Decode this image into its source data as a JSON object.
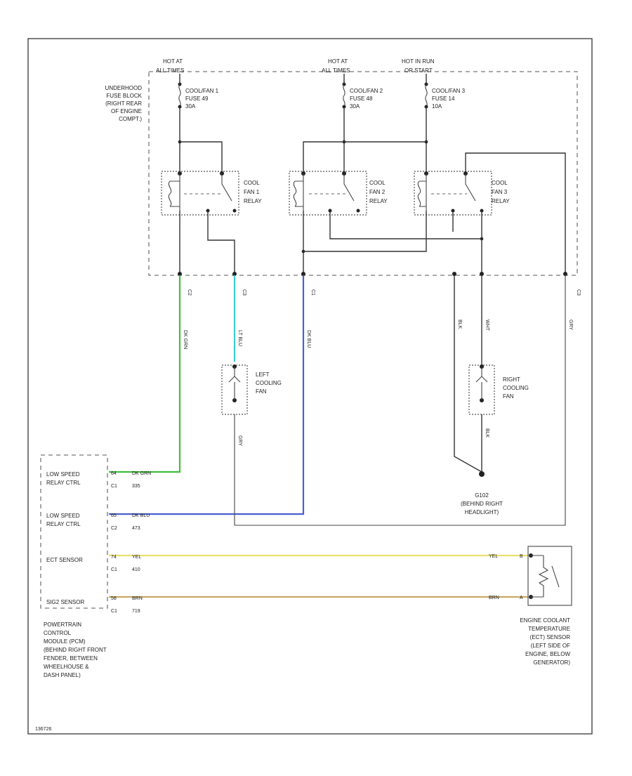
{
  "fuse_block": {
    "label": [
      "UNDERHOOD",
      "FUSE BLOCK",
      "(RIGHT REAR",
      "OF ENGINE",
      "COMPT.)"
    ]
  },
  "feeds": [
    {
      "line1": "HOT AT",
      "line2": "ALL TIMES"
    },
    {
      "line1": "HOT AT",
      "line2": "ALL TIMES"
    },
    {
      "line1": "HOT IN RUN",
      "line2": "OR START"
    }
  ],
  "fuses": [
    {
      "name": "COOL/FAN 1",
      "fuse": "FUSE 49",
      "amps": "30A"
    },
    {
      "name": "COOL/FAN 2",
      "fuse": "FUSE 48",
      "amps": "30A"
    },
    {
      "name": "COOL/FAN 3",
      "fuse": "FUSE 14",
      "amps": "10A"
    }
  ],
  "relays": [
    {
      "l1": "COOL",
      "l2": "FAN 1",
      "l3": "RELAY"
    },
    {
      "l1": "COOL",
      "l2": "FAN 2",
      "l3": "RELAY"
    },
    {
      "l1": "COOL",
      "l2": "FAN 3",
      "l3": "RELAY"
    }
  ],
  "connectors": {
    "c1": "C1",
    "c2": "C2",
    "c3": "C3"
  },
  "fans": {
    "left": [
      "LEFT",
      "COOLING",
      "FAN"
    ],
    "right": [
      "RIGHT",
      "COOLING",
      "FAN"
    ]
  },
  "ground": {
    "name": "G102",
    "loc": [
      "(BEHIND RIGHT",
      "HEADLIGHT)"
    ]
  },
  "pcm": {
    "rows": [
      {
        "label": [
          "LOW SPEED",
          "RELAY CTRL"
        ],
        "pin": "64",
        "wire": "DK GRN",
        "conn": "C1",
        "circuit": "335"
      },
      {
        "label": [
          "LOW SPEED",
          "RELAY CTRL"
        ],
        "pin": "65",
        "wire": "DK BLU",
        "conn": "C2",
        "circuit": "473"
      },
      {
        "label": [
          "ECT SENSOR"
        ],
        "pin": "74",
        "wire": "YEL",
        "conn": "C1",
        "circuit": "410"
      },
      {
        "label": [
          "SIG2 SENSOR"
        ],
        "pin": "58",
        "wire": "BRN",
        "conn": "C1",
        "circuit": "719"
      }
    ],
    "name": [
      "POWERTRAIN",
      "CONTROL",
      "MODULE (PCM)",
      "(BEHIND RIGHT FRONT",
      "FENDER, BETWEEN",
      "WHEELHOUSE &",
      "DASH PANEL)"
    ]
  },
  "ect": {
    "name": [
      "ENGINE COOLANT",
      "TEMPERATURE",
      "(ECT) SENSOR",
      "(LEFT SIDE OF",
      "ENGINE, BELOW",
      "GENERATOR)"
    ],
    "pins": [
      "B",
      "A"
    ],
    "wires": [
      "YEL",
      "BRN"
    ]
  },
  "vertical_wire_labels": [
    "DK GRN",
    "LT BLU",
    "DK BLU",
    "BLK",
    "WHT",
    "GRY",
    "BLK",
    "GRY"
  ],
  "figure_id": "136726",
  "colors": {
    "green": "#3fbf3f",
    "cyan": "#3fc9d6",
    "blue": "#4a5fd0",
    "yellow": "#e8e070",
    "tan": "#c8aa66",
    "line": "#333333"
  }
}
